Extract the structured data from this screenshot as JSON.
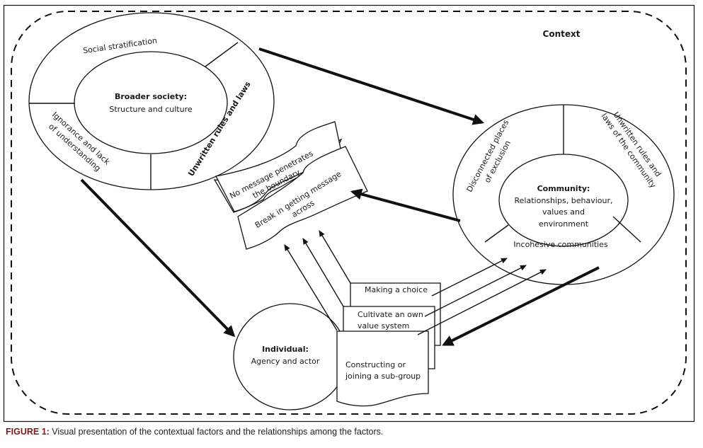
{
  "context_label": "Context",
  "broader_society": {
    "title": "Broader society:",
    "subtitle": "Structure and culture",
    "ring": {
      "top": "Social stratification",
      "right": "Unwritten rules and laws",
      "left_line1": "Ignorance and lack",
      "left_line2": "of understanding"
    }
  },
  "boundary": {
    "upper_line1": "No message penetrates",
    "upper_line2": "the boundary",
    "lower_line1": "Break in getting message",
    "lower_line2": "across"
  },
  "community": {
    "title": "Community:",
    "line1": "Relationships, behaviour,",
    "line2": "values and",
    "line3": "environment",
    "ring": {
      "left_line1": "Disconnected places",
      "left_line2": "of exclusion",
      "right_line1": "Unwritten rules and",
      "right_line2": "laws of the community",
      "bottom": "Incohesive communities"
    }
  },
  "individual": {
    "title": "Individual:",
    "subtitle": "Agency and actor"
  },
  "choices": {
    "card1": "Making a choice",
    "card2_line1": "Cultivate an own",
    "card2_line2": "value system",
    "card3_line1": "Constructing or",
    "card3_line2": "joining a sub-group"
  },
  "caption": {
    "label": "FIGURE 1:",
    "text": " Visual presentation of the contextual factors and the relationships among the factors.",
    "label_color": "#7a1a1a"
  }
}
